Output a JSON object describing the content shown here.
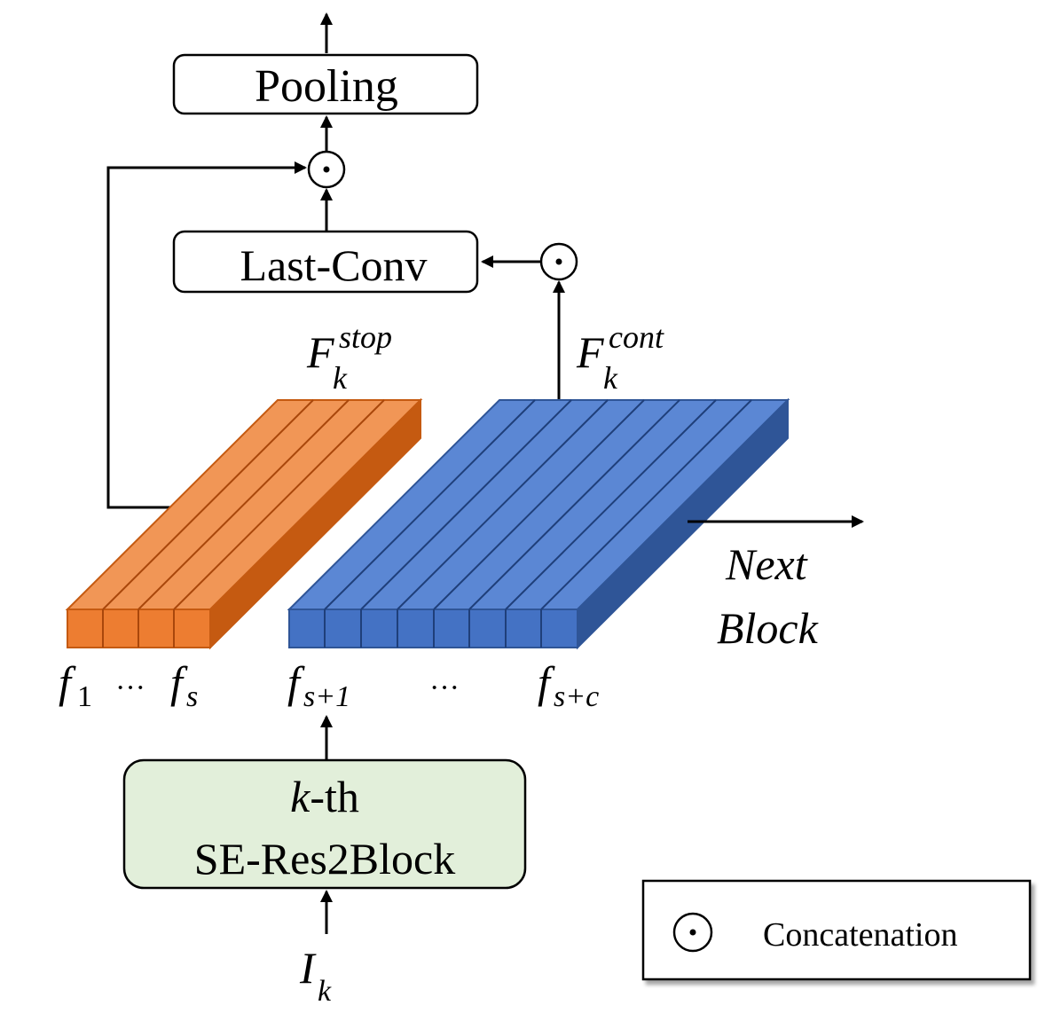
{
  "boxes": {
    "pooling": "Pooling",
    "last_conv": "Last-Conv",
    "block_line1_var": "k",
    "block_line1_rest": "-th",
    "block_line2": "SE-Res2Block"
  },
  "labels": {
    "f_stop_base": "F",
    "f_stop_sup": "stop",
    "f_stop_sub": "k",
    "f_cont_base": "F",
    "f_cont_sup": "cont",
    "f_cont_sub": "k",
    "f1_base": "f",
    "f1_sub": "1",
    "dots_orange": "···",
    "fs_base": "f",
    "fs_sub": "s",
    "fs1_base": "f",
    "fs1_sub": "s+1",
    "dots_blue": "···",
    "fsc_base": "f",
    "fsc_sub": "s+c",
    "next_line1": "Next",
    "next_line2": "Block",
    "input_base": "I",
    "input_sub": "k"
  },
  "legend": {
    "symbol": "⊙",
    "text": "Concatenation"
  },
  "colors": {
    "orange_front": "#ED7D31",
    "orange_top": "#F19656",
    "orange_side": "#C55A11",
    "blue_front": "#4472C4",
    "blue_top": "#5B87D4",
    "blue_side": "#2F5597",
    "green_box": "#E2EFDA"
  }
}
